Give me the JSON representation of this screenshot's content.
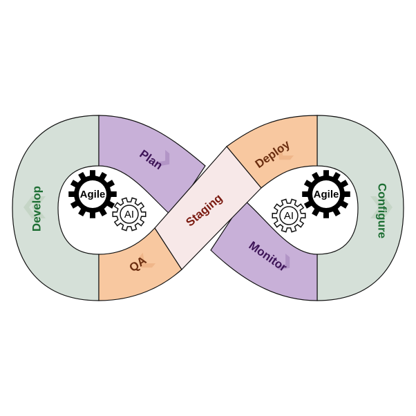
{
  "segments": {
    "develop": {
      "label": "Develop",
      "fill": "#d5e0d8",
      "text": "#1d6e33"
    },
    "plan": {
      "label": "Plan",
      "fill": "#c8b0d8",
      "text": "#3d1457"
    },
    "qa": {
      "label": "QA",
      "fill": "#f8c8a0",
      "text": "#6b2e10"
    },
    "staging": {
      "label": "Staging",
      "fill": "#f7e8e8",
      "text": "#7a1a10"
    },
    "deploy": {
      "label": "Deploy",
      "fill": "#f8c8a0",
      "text": "#6b2e10"
    },
    "monitor": {
      "label": "Monitor",
      "fill": "#c8b0d8",
      "text": "#3d1457"
    },
    "configure": {
      "label": "Configure",
      "fill": "#d5e0d8",
      "text": "#1d6e33"
    }
  },
  "gears": {
    "left_agile": "Agile",
    "left_ai": "AI",
    "right_agile": "Agile",
    "right_ai": "AI"
  },
  "colors": {
    "outline": "#111111",
    "gear_dark": "#000000",
    "gear_light": "#ffffff",
    "chevron_green": "#b8ccb8",
    "chevron_purple": "#a080b8",
    "chevron_orange": "#e8a878"
  },
  "icons": [
    "gear-icon",
    "chevron-arrows-icon"
  ]
}
